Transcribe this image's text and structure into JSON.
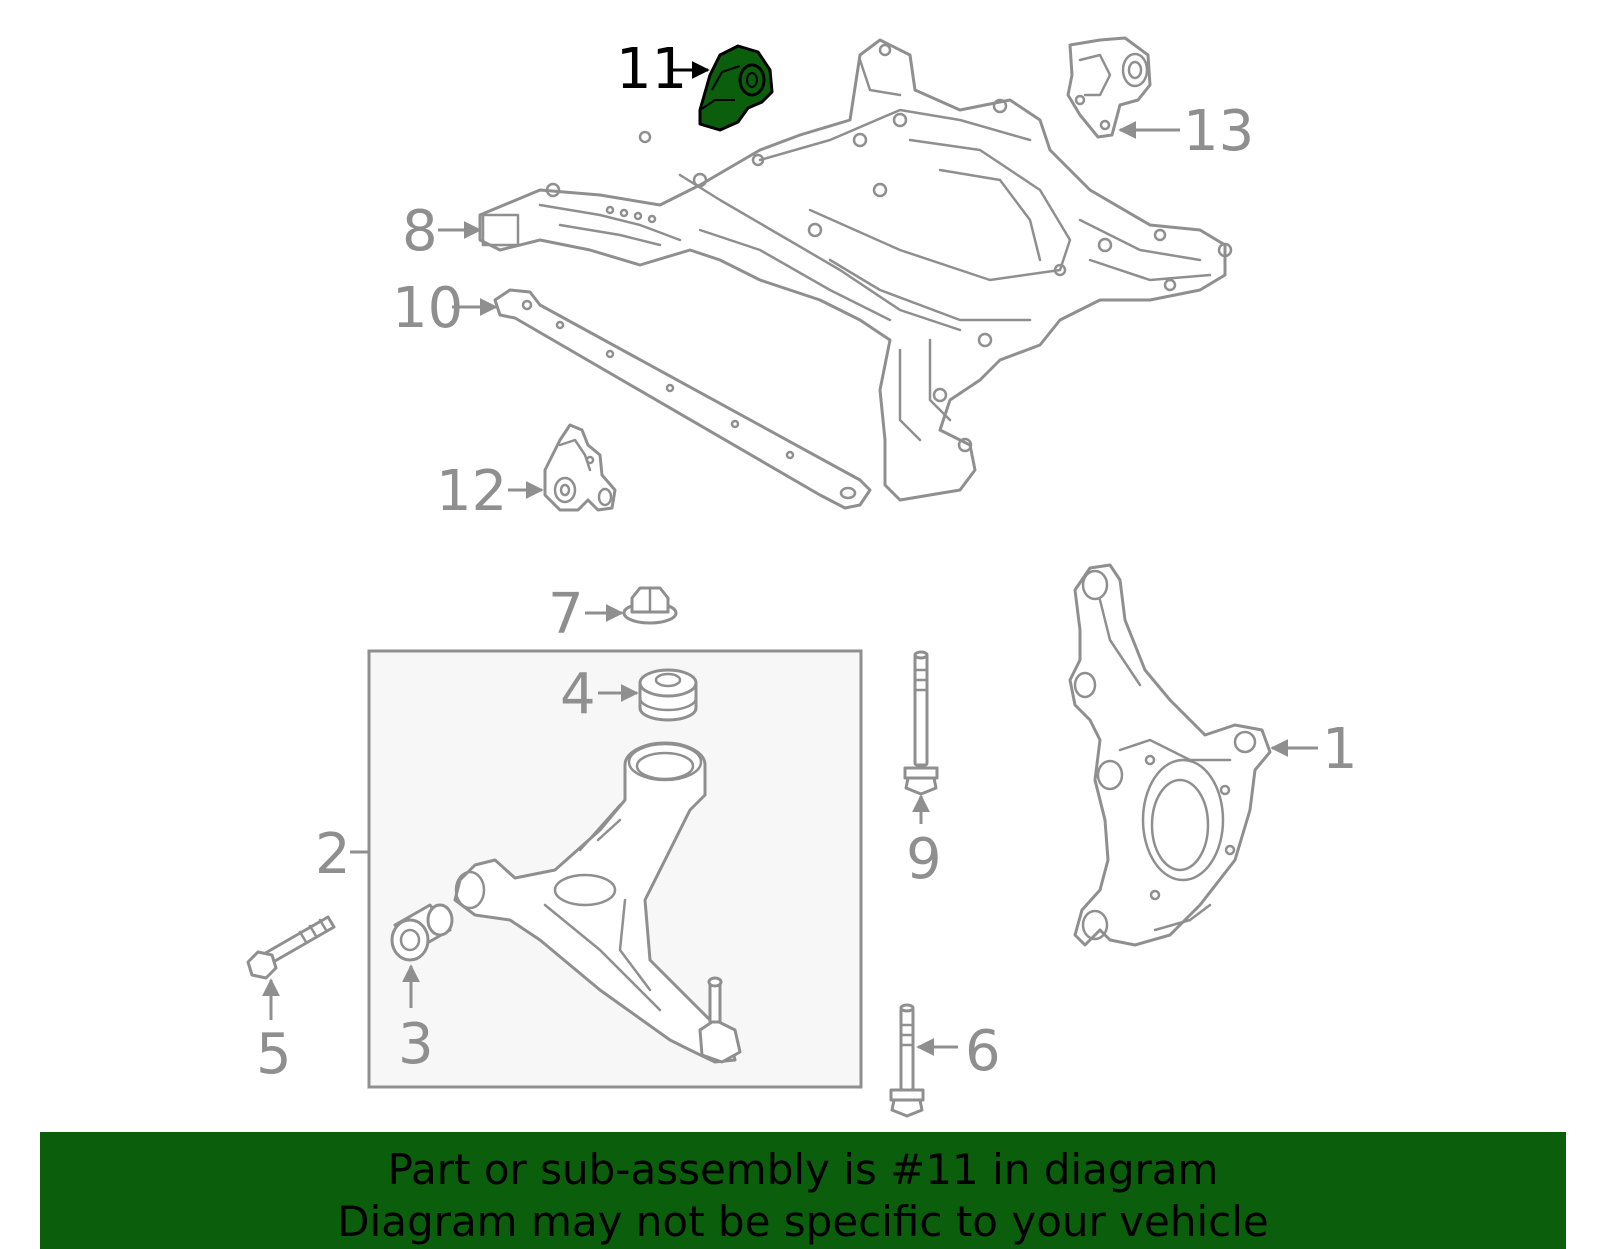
{
  "callouts": {
    "c1": "1",
    "c2": "2",
    "c3": "3",
    "c4": "4",
    "c5": "5",
    "c6": "6",
    "c7": "7",
    "c8": "8",
    "c9": "9",
    "c10": "10",
    "c11": "11",
    "c12": "12",
    "c13": "13"
  },
  "highlighted_callout": "11",
  "colors": {
    "line": "#8f8f8f",
    "highlight": "#0b5e0b",
    "banner": "#0b5e0b",
    "box_fill": "#f7f7f7"
  },
  "banner": {
    "line1": "Part or sub-assembly is #11 in diagram",
    "line2": "Diagram may not be specific to your vehicle"
  }
}
